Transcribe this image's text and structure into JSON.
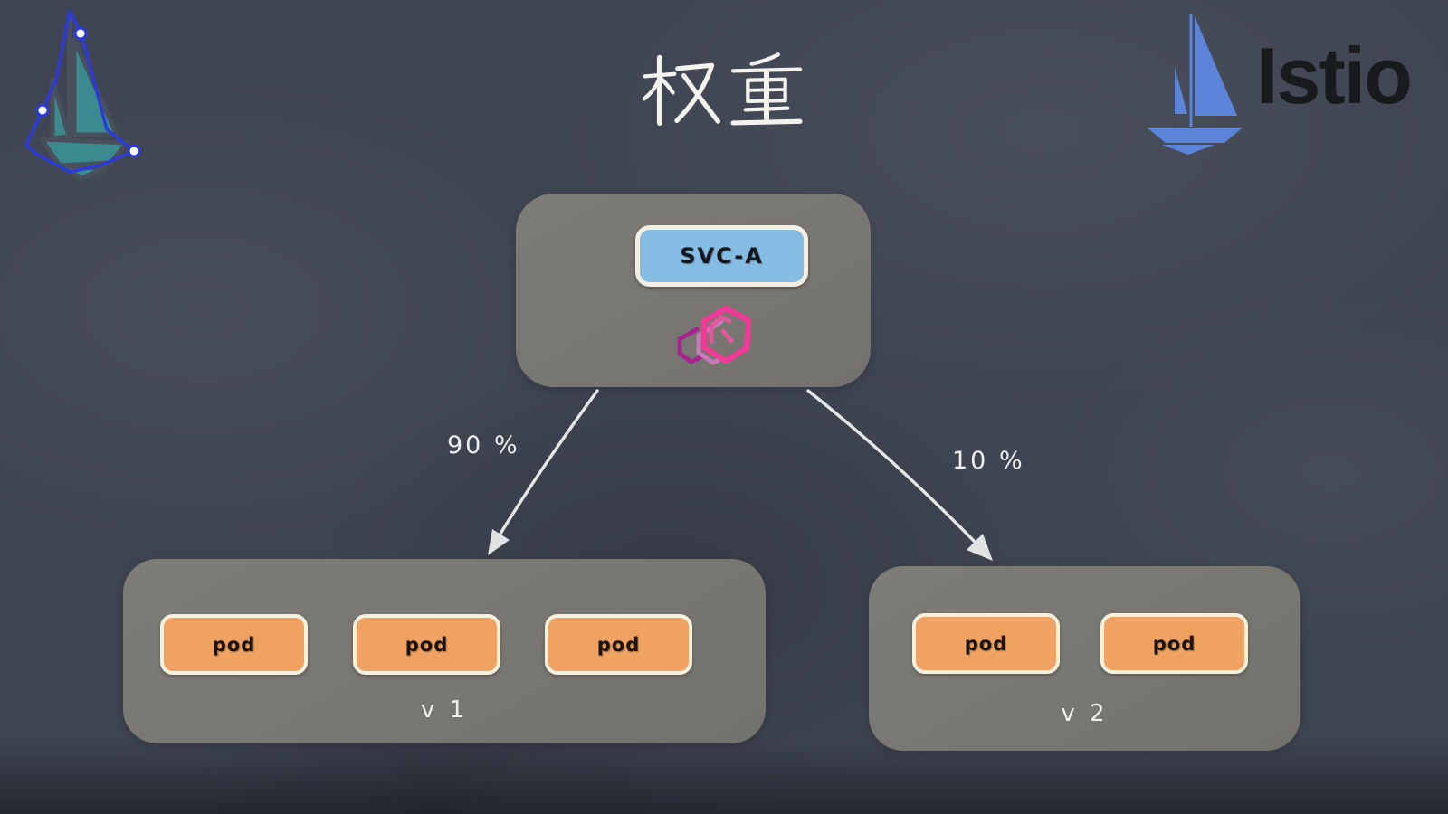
{
  "title": {
    "text": "权重"
  },
  "header": {
    "istio_wordmark": "Istio",
    "icons": {
      "istio_logo": "istio-sailboat-icon",
      "draft_logo": "teal-sailboat-icon with blue selection outline and anchor points"
    }
  },
  "diagram": {
    "service_node": {
      "label": "SVC-A",
      "icon": "pink-hexagons-icon"
    },
    "routes": [
      {
        "weight": "90 %",
        "to": "v 1"
      },
      {
        "weight": "10 %",
        "to": "v 2"
      }
    ],
    "groups": [
      {
        "version": "v 1",
        "pods": [
          "pod",
          "pod",
          "pod"
        ]
      },
      {
        "version": "v 2",
        "pods": [
          "pod",
          "pod"
        ]
      }
    ]
  },
  "colors": {
    "background": "#3f4452",
    "panel_gray": "#78766f",
    "service_blue": "#84bce3",
    "pod_orange": "#efa261",
    "border_cream": "#f4efe0",
    "chalk_white": "#f0f1ee",
    "istio_blue": "#5c84d8",
    "istio_text": "#191a1c",
    "teal_boat": "#3a8a90",
    "selection_blue": "#2d3bd6",
    "hexagon_pink": "#ee3b96",
    "hexagon_mauve": "#c77cb8",
    "hexagon_purple": "#a82391"
  }
}
